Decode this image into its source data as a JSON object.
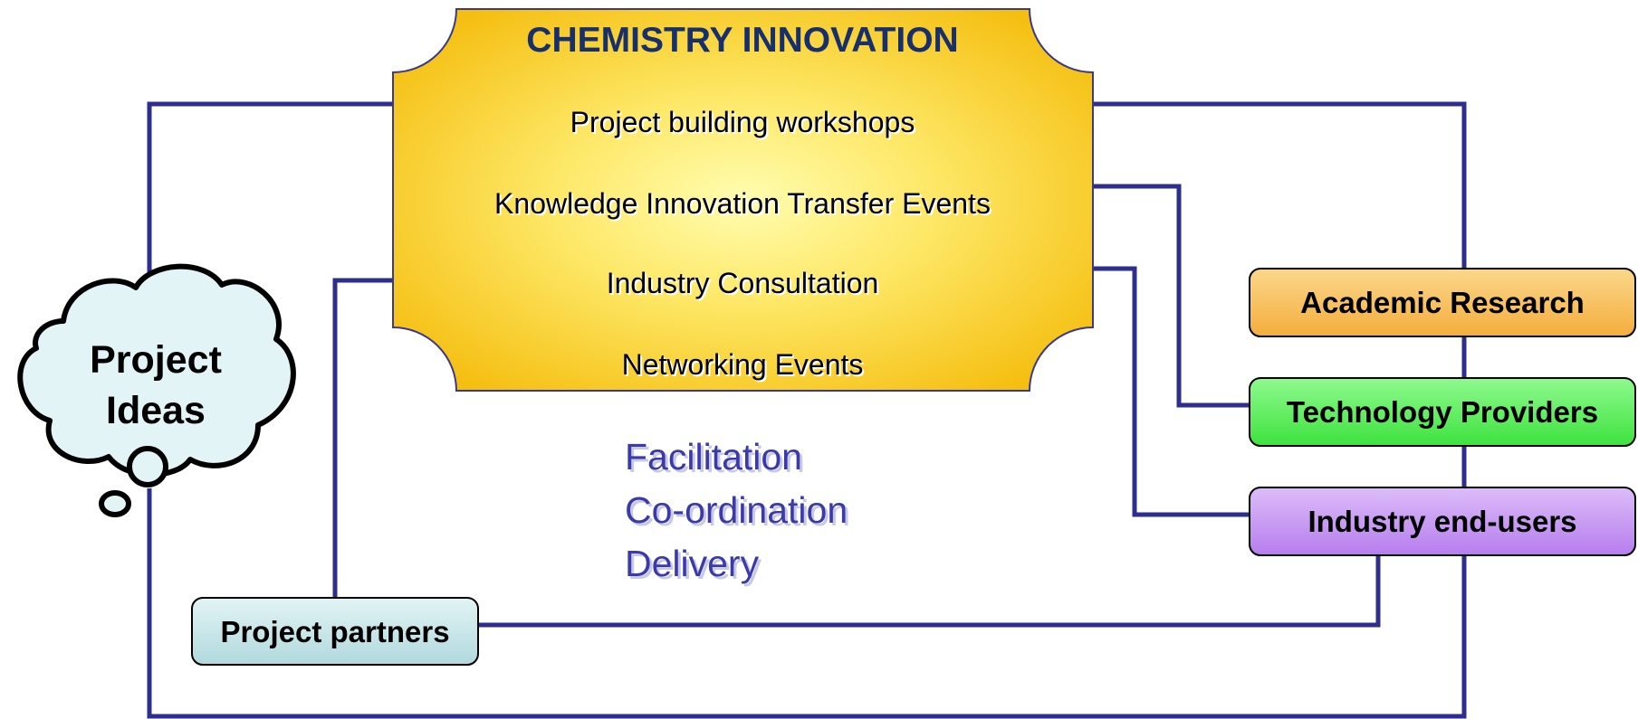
{
  "hub": {
    "title": "CHEMISTRY INNOVATION",
    "items": [
      "Project building workshops",
      "Knowledge Innovation Transfer Events",
      "Industry Consultation",
      "Networking Events"
    ]
  },
  "cloud": {
    "line1": "Project",
    "line2": "Ideas"
  },
  "facilitation": [
    "Facilitation",
    "Co-ordination",
    "Delivery"
  ],
  "stakeholders": {
    "academic": "Academic Research",
    "technology": "Technology Providers",
    "industry": "Industry end-users",
    "partners": "Project partners"
  },
  "colors": {
    "line": "#2e2e8f",
    "hub_center": "#fffba0",
    "hub_edge": "#f5bf12",
    "academic": "#f8bf5a",
    "technology": "#55ee55",
    "industry": "#c596f2",
    "partners": "#c7e6e9",
    "cloud": "#e2f4f6",
    "title": "#17306b",
    "facilitation": "#3a3aa8"
  }
}
